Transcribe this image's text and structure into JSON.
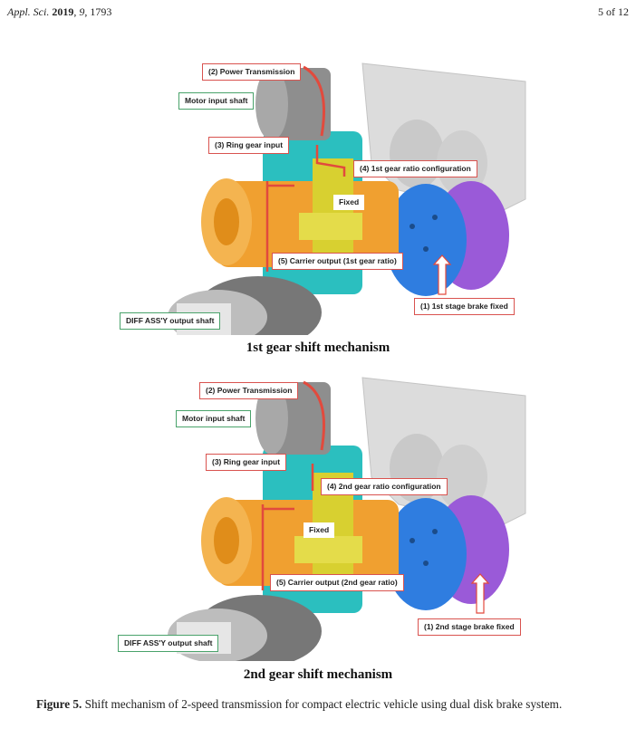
{
  "header": {
    "journal": "Appl. Sci.",
    "year": "2019",
    "volume": "9",
    "article": ", 1793",
    "page": "5 of 12"
  },
  "panel1": {
    "labels": {
      "power": "(2) Power Transmission",
      "motor": "Motor input shaft",
      "ring": "(3) Ring gear input",
      "ratio": "(4) 1st gear ratio configuration",
      "fixed": "Fixed",
      "carrier": "(5) Carrier output (1st gear ratio)",
      "brake": "(1) 1st stage brake fixed",
      "diff": "DIFF ASS'Y output shaft"
    },
    "caption": "1st gear shift mechanism"
  },
  "panel2": {
    "labels": {
      "power": "(2) Power Transmission",
      "motor": "Motor input shaft",
      "ring": "(3) Ring gear input",
      "ratio": "(4) 2nd gear ratio configuration",
      "fixed": "Fixed",
      "carrier": "(5) Carrier output (2nd gear ratio)",
      "brake": "(1) 2nd stage brake fixed",
      "diff": "DIFF ASS'Y output shaft"
    },
    "caption": "2nd gear shift mechanism"
  },
  "figure": {
    "label": "Figure 5.",
    "caption": "Shift mechanism of 2-speed transmission for compact electric vehicle using dual disk brake system."
  },
  "colors": {
    "label_border_red": "#d9534f",
    "label_border_green": "#4aa36b",
    "orange_gear": "#f0a030",
    "teal_gear": "#2bbfbf",
    "yellow_gear": "#d8d030",
    "blue_disk": "#2f7de0",
    "purple_disk": "#9a5ad8",
    "housing_gray": "#dcdcdc"
  }
}
